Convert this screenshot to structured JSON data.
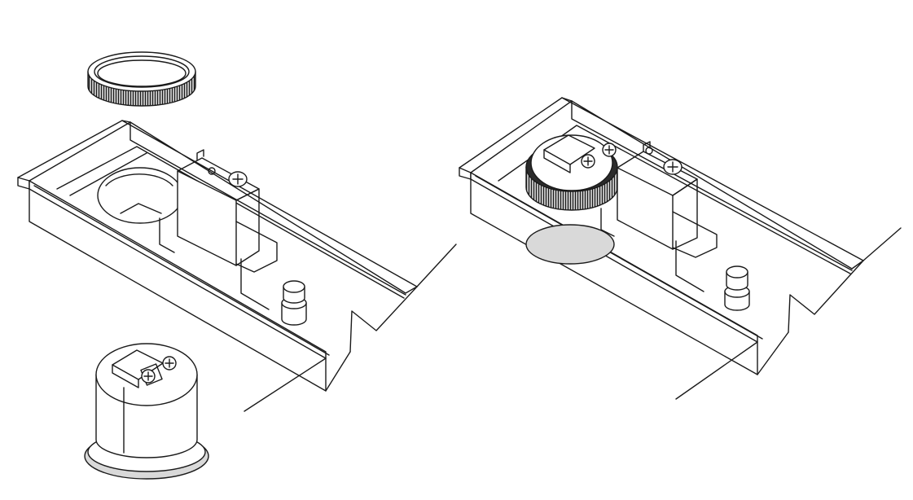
{
  "figure": {
    "panels": [
      {
        "id": "exploded-view",
        "state": "disassembled"
      },
      {
        "id": "assembled-view",
        "state": "assembled"
      }
    ],
    "colors": {
      "line": "#1a1a1a",
      "fill": "#ffffff",
      "shade": "#d9d9d9",
      "dark": "#2b2b2b"
    },
    "icons": [
      "knurled-ring-icon",
      "lamp-holder-icon",
      "screw-icon",
      "terminal-bracket-icon",
      "plug-pin-icon"
    ]
  }
}
